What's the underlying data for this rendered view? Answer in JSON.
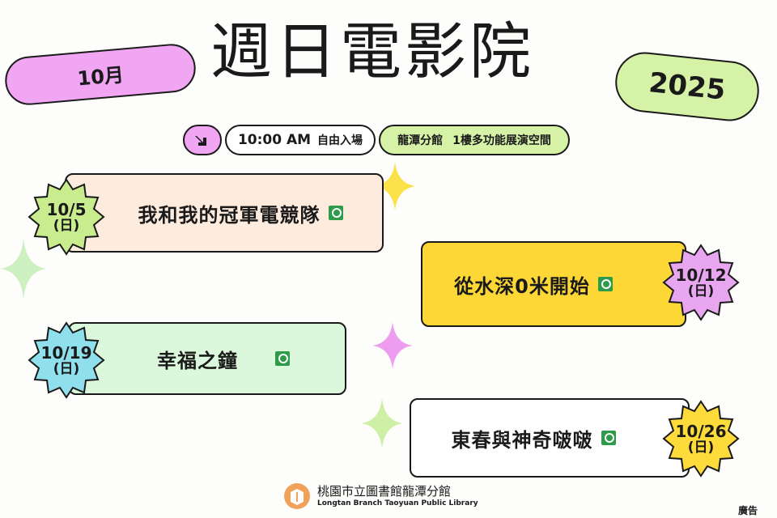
{
  "header": {
    "title": "週日電影院",
    "month": "10月",
    "year": "2025"
  },
  "info": {
    "time": "10:00 AM",
    "admission": "自由入場",
    "branch": "龍潭分館",
    "venue": "1樓多功能展演空間"
  },
  "movies": [
    {
      "date": "10/5",
      "weekday": "(日)",
      "title": "我和我的冠軍電競隊",
      "badge_color": "#c9ec8f",
      "card_color": "#fdebdd"
    },
    {
      "date": "10/12",
      "weekday": "(日)",
      "title": "從水深0米開始",
      "badge_color": "#e8a6f0",
      "card_color": "#fdd736"
    },
    {
      "date": "10/19",
      "weekday": "(日)",
      "title": "幸福之鐘",
      "badge_color": "#8fe0ec",
      "card_color": "#dcf8dc"
    },
    {
      "date": "10/26",
      "weekday": "(日)",
      "title": "東春與神奇啵啵",
      "badge_color": "#fddb3a",
      "card_color": "#fefefe"
    }
  ],
  "icons": {
    "arrow": "arrow-down-right-icon",
    "rating": "rating-general-icon",
    "sparkle": "sparkle-icon",
    "logo": "library-logo-icon"
  },
  "colors": {
    "pink": "#f1a6f4",
    "green": "#d6f2a6",
    "yellow": "#fdd736",
    "sparkle_yellow": "#fbe24a",
    "sparkle_green": "#cdf0a4",
    "sparkle_pink": "#ee9cf0",
    "logo_orange": "#f0a25a"
  },
  "footer": {
    "library_name": "桃園市立圖書館龍潭分館",
    "library_name_en": "Longtan Branch Taoyuan Public Library",
    "ad_label": "廣告"
  }
}
